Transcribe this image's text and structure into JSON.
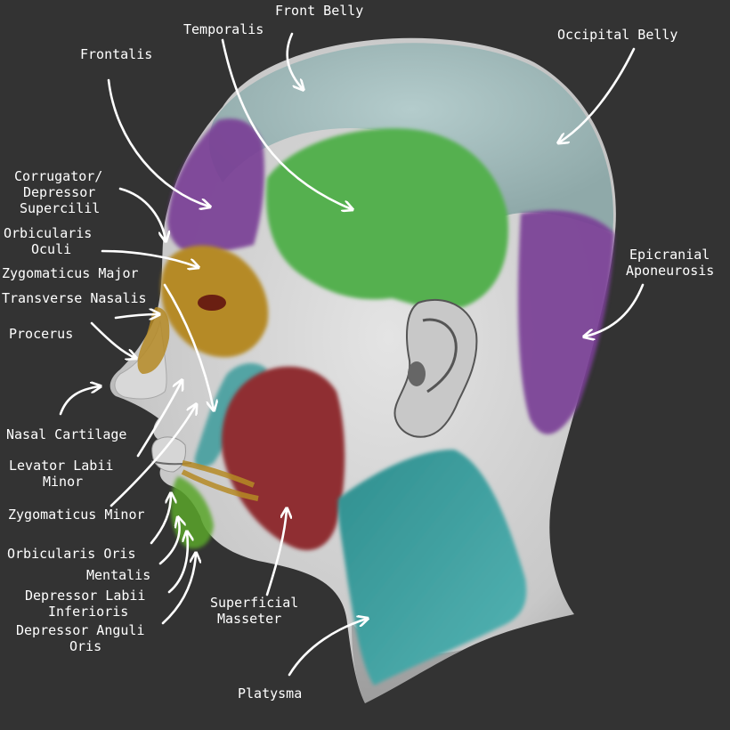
{
  "labels": {
    "front_belly": "Front Belly",
    "temporalis": "Temporalis",
    "occipital_belly": "Occipital Belly",
    "frontalis": "Frontalis",
    "corrugator_line1": "Corrugator/",
    "corrugator_line2": "Depressor",
    "corrugator_line3": "Supercilil",
    "orbicularis_oculi_line1": "Orbicularis",
    "orbicularis_oculi_line2": "Oculi",
    "zygomaticus_major": "Zygomaticus Major",
    "transverse_nasalis": "Transverse Nasalis",
    "procerus": "Procerus",
    "epicranial_line1": "Epicranial",
    "epicranial_line2": "Aponeurosis",
    "nasal_cartilage": "Nasal Cartilage",
    "levator_line1": "Levator Labii",
    "levator_line2": "Minor",
    "zygomaticus_minor": "Zygomaticus Minor",
    "orbicularis_oris": "Orbicularis Oris",
    "mentalis": "Mentalis",
    "depressor_labii_line1": "Depressor Labii",
    "depressor_labii_line2": "Inferioris",
    "depressor_anguli_line1": "Depressor Anguli",
    "depressor_anguli_line2": "Oris",
    "superficial_line1": "Superficial",
    "superficial_line2": "Masseter",
    "platysma": "Platysma"
  },
  "colors": {
    "background": "#333333",
    "skin": "#cfcfcf",
    "aponeurosis": "#9fb9b9",
    "frontalis": "#7a3f96",
    "temporalis": "#55b050",
    "orbicularis_oculi": "#b58a25",
    "masseter": "#8f2f33",
    "platysma": "#3c9c9c",
    "orbicularis_oris": "#5aa62a",
    "label_text": "#ffffff"
  }
}
